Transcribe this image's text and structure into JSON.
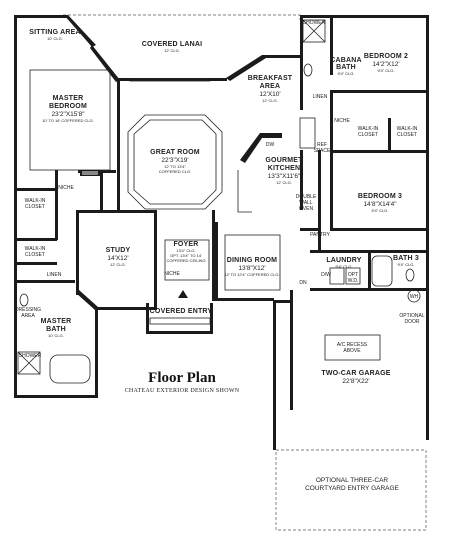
{
  "title": "Floor Plan",
  "subtitle": "CHATEAU EXTERIOR DESIGN SHOWN",
  "rooms": {
    "sitting_area": {
      "name": "SITTING AREA",
      "ceiling": "10' CLG."
    },
    "covered_lanai": {
      "name": "COVERED LANAI",
      "ceiling": "12' CLG."
    },
    "master_bedroom": {
      "name": "MASTER",
      "name2": "BEDROOM",
      "dim": "23'2\"X15'8\"",
      "ceiling": "10' TO 16' COFFERED CLG."
    },
    "great_room": {
      "name": "GREAT ROOM",
      "dim": "22'3\"X19'",
      "ceiling": "12' TO 13'4\"",
      "ceiling2": "COFFERED CLG."
    },
    "breakfast_area": {
      "name": "BREAKFAST",
      "name2": "AREA",
      "dim": "12'X10'",
      "ceiling": "12' CLG."
    },
    "gourmet_kitchen": {
      "name": "GOURMET",
      "name2": "KITCHEN",
      "dim": "13'3\"X11'6\"",
      "ceiling": "12' CLG."
    },
    "cabana_bath": {
      "name": "CABANA",
      "name2": "BATH",
      "ceiling": "9'4\" CLG."
    },
    "bedroom2": {
      "name": "BEDROOM 2",
      "dim": "14'2\"X12'",
      "ceiling": "9'4\" CLG."
    },
    "bedroom3": {
      "name": "BEDROOM 3",
      "dim": "14'8\"X14'4\"",
      "ceiling": "9'4\" CLG."
    },
    "study": {
      "name": "STUDY",
      "dim": "14'X12'",
      "ceiling": "12' CLG."
    },
    "foyer": {
      "name": "FOYER",
      "ceiling": "13'4\" CLG.",
      "ceiling2": "OPT. 13'4\" TO 14'",
      "ceiling3": "COFFERED CEILING"
    },
    "dining_room": {
      "name": "DINING ROOM",
      "dim": "13'8\"X12'",
      "ceiling": "12' TO 12'4\" COFFERED CLG."
    },
    "laundry": {
      "name": "LAUNDRY",
      "ceiling": "9'4\" CLG."
    },
    "bath3": {
      "name": "BATH 3",
      "ceiling": "9'4\" CLG."
    },
    "master_bath": {
      "name": "MASTER",
      "name2": "BATH",
      "ceiling": "10' CLG."
    },
    "two_car_garage": {
      "name": "TWO-CAR GARAGE",
      "dim": "22'8\"X22'"
    },
    "three_car_garage": {
      "name": "OPTIONAL THREE-CAR",
      "name2": "COURTYARD ENTRY GARAGE"
    },
    "covered_entry": {
      "name": "COVERED ENTRY"
    }
  },
  "labels": {
    "shower_top": "SHOWER",
    "linen_cabana": "LINEN",
    "niche_hall": "NICHE",
    "walkin_closet_hall": "WALK-IN",
    "walkin_closet_hall2": "CLOSET",
    "walkin_closet_b2": "WALK-IN",
    "walkin_closet_b2b": "CLOSET",
    "ref_space": "REF",
    "ref_space2": "SPACE",
    "dw": "DW",
    "double_wall_oven": "DOUBLE",
    "double_wall_oven2": "WALL",
    "double_wall_oven3": "OVEN",
    "pantry": "PANTRY",
    "niche_mb": "NICHE",
    "walkin_closet_mb1": "WALK-IN",
    "walkin_closet_mb1b": "CLOSET",
    "walkin_closet_mb2": "WALK-IN",
    "walkin_closet_mb2b": "CLOSET",
    "linen_mb": "LINEN",
    "dressing_area": "DRESSING",
    "dressing_area2": "AREA",
    "shower_mb": "SHOWER",
    "niche_foyer": "NICHE",
    "dn": "DN",
    "dw_laundry": "D/W",
    "opt_wd": "OPT",
    "wd": "W.D.",
    "wh": "WH",
    "optional_door": "OPTIONAL",
    "optional_door2": "DOOR",
    "ac_recess": "A/C RECESS",
    "ac_recess2": "ABOVE"
  },
  "colors": {
    "wall": "#1b1b1b",
    "line": "#222222",
    "background": "#ffffff"
  }
}
